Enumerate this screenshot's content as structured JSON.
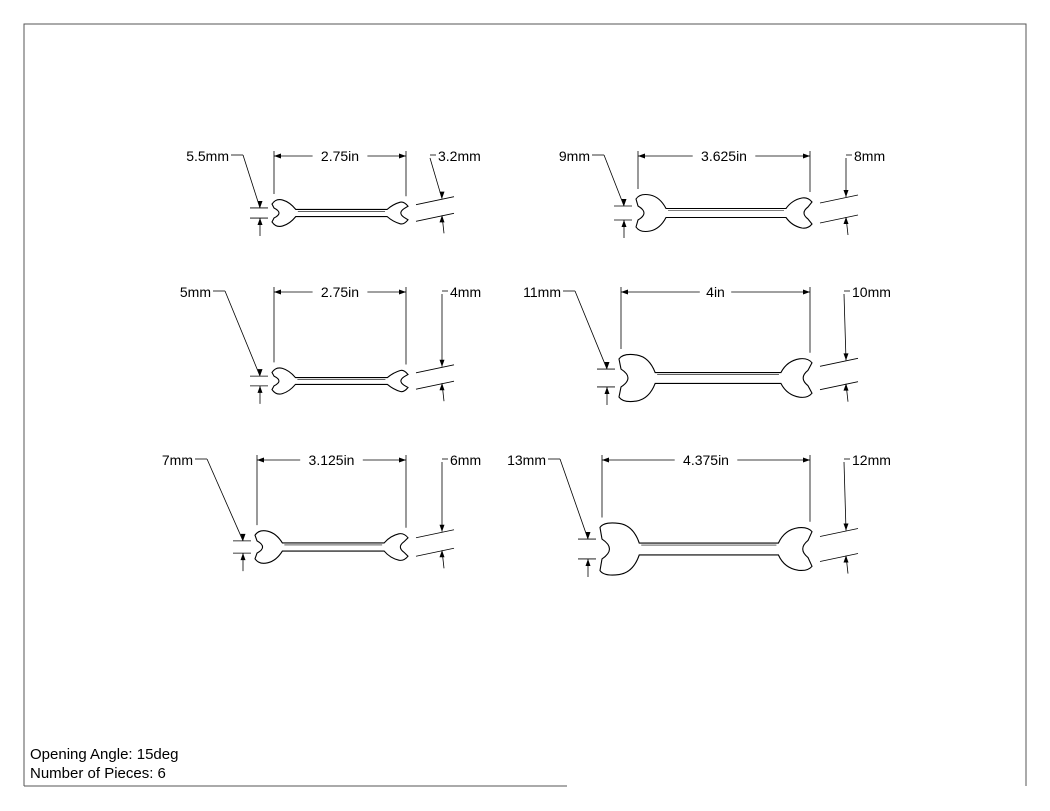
{
  "wrenches": [
    {
      "left_label": "5.5mm",
      "length_label": "2.75in",
      "right_label": "3.2mm"
    },
    {
      "left_label": "9mm",
      "length_label": "3.625in",
      "right_label": "8mm"
    },
    {
      "left_label": "5mm",
      "length_label": "2.75in",
      "right_label": "4mm"
    },
    {
      "left_label": "11mm",
      "length_label": "4in",
      "right_label": "10mm"
    },
    {
      "left_label": "7mm",
      "length_label": "3.125in",
      "right_label": "6mm"
    },
    {
      "left_label": "13mm",
      "length_label": "4.375in",
      "right_label": "12mm"
    }
  ],
  "notes": {
    "opening_angle": "Opening Angle: 15deg",
    "pieces": "Number of Pieces: 6"
  }
}
